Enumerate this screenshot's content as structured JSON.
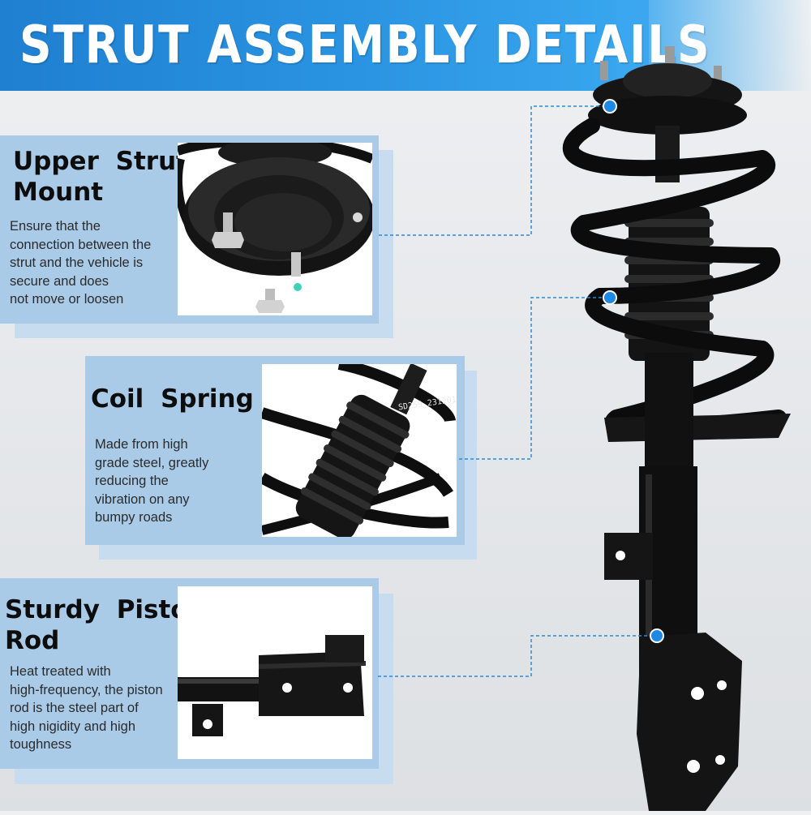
{
  "header": {
    "title": "STRUT ASSEMBLY DETAILS"
  },
  "features": [
    {
      "title_line1": "Upper Strut",
      "title_line2": "Mount",
      "desc_lines": [
        "Ensure that the",
        "connection between the",
        "strut and the vehicle is",
        "secure and does",
        "not move or loosen"
      ]
    },
    {
      "title_line1": "Coil Spring",
      "desc_lines": [
        "Made from high",
        "grade steel, greatly",
        "reducing the",
        "vibration on any",
        "bumpy roads"
      ]
    },
    {
      "title_line1": "Sturdy Piston",
      "title_line2": "Rod",
      "desc_lines": [
        "Heat treated with",
        "high-frequency, the piston",
        "rod is the steel part of",
        "high nigidity and high",
        "toughness"
      ]
    }
  ],
  "photo_texts": {
    "spring_marking": "SD259 231201"
  },
  "colors": {
    "banner_blue": "#2a94e2",
    "panel_blue": "#a9cbe8",
    "marker_blue": "#1e88e5"
  },
  "icons": {
    "marker": "blue-dot-marker"
  }
}
